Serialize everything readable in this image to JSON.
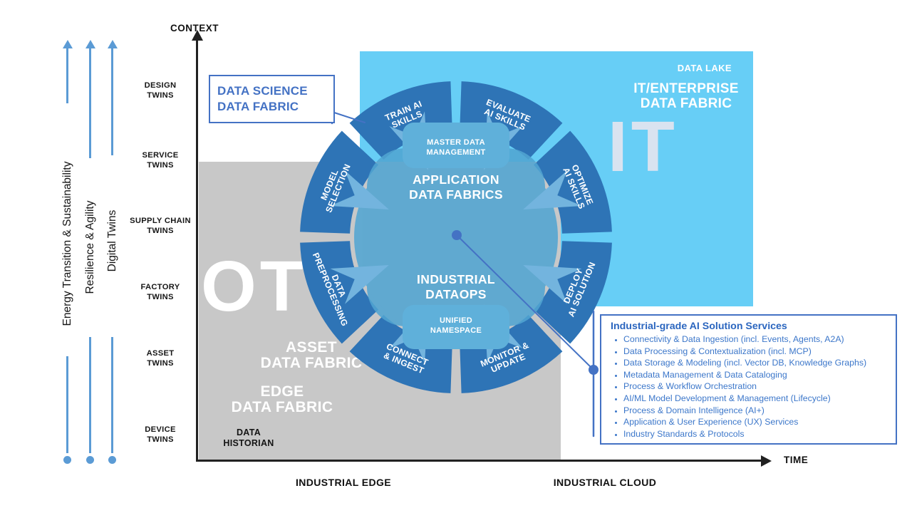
{
  "axes": {
    "y_title": "CONTEXT",
    "x_title": "TIME"
  },
  "y_axis_labels": [
    "DESIGN\nTWINS",
    "SERVICE\nTWINS",
    "SUPPLY CHAIN\nTWINS",
    "FACTORY\nTWINS",
    "ASSET\nTWINS",
    "DEVICE\nTWINS"
  ],
  "left_drivers": [
    "Energy Transition & Sustainability",
    "Resilience & Agility",
    "Digital Twins"
  ],
  "quadrants": {
    "ot_watermark": "OT",
    "it_watermark": "IT",
    "data_lake": "DATA LAKE",
    "it_fabric": "IT/ENTERPRISE\nDATA FABRIC",
    "asset_fabric": "ASSET\nDATA FABRIC",
    "edge_fabric": "EDGE\nDATA FABRIC",
    "data_historian": "DATA\nHISTORIAN",
    "bottom_left": "INDUSTRIAL EDGE",
    "bottom_right": "INDUSTRIAL CLOUD"
  },
  "callout": {
    "label": "DATA SCIENCE\nDATA FABRIC"
  },
  "wheel": {
    "hub_top": "APPLICATION\nDATA FABRICS",
    "hub_bottom": "INDUSTRIAL\nDATAOPS",
    "badge_top": "MASTER DATA\nMANAGEMENT",
    "badge_bottom": "UNIFIED\nNAMESPACE",
    "segments": [
      {
        "label": "TRAIN AI\nSKILLS"
      },
      {
        "label": "EVALUATE\nAI SKILLS"
      },
      {
        "label": "OPTIMIZE\nAI SKILLS"
      },
      {
        "label": "DEPLOY\nAI SOLUTION"
      },
      {
        "label": "MONITOR &\nUPDATE"
      },
      {
        "label": "CONNECT\n& INGEST"
      },
      {
        "label": "DATA\nPREPROCESSING"
      },
      {
        "label": "MODEL\nSELECTION"
      }
    ]
  },
  "services": {
    "title": "Industrial-grade AI Solution Services",
    "items": [
      "Connectivity & Data Ingestion (incl. Events, Agents, A2A)",
      "Data Processing & Contextualization (incl. MCP)",
      "Data Storage & Modeling (incl. Vector DB, Knowledge Graphs)",
      "Metadata Management & Data Cataloging",
      "Process & Workflow Orchestration",
      "AI/ML Model Development & Management (Lifecycle)",
      "Process & Domain Intelligence (AI+)",
      "Application & User Experience (UX) Services",
      "Industry Standards & Protocols"
    ]
  },
  "colors": {
    "quadrant_it": "#67cef6",
    "quadrant_ot": "#c8c8c8",
    "wheel_ring": "#2e74b6",
    "wheel_center": "#51a5d2",
    "wheel_arrows": "#73b4de",
    "accent": "#4472c4",
    "driver_arrow": "#5b9bd5",
    "axis": "#212121"
  }
}
